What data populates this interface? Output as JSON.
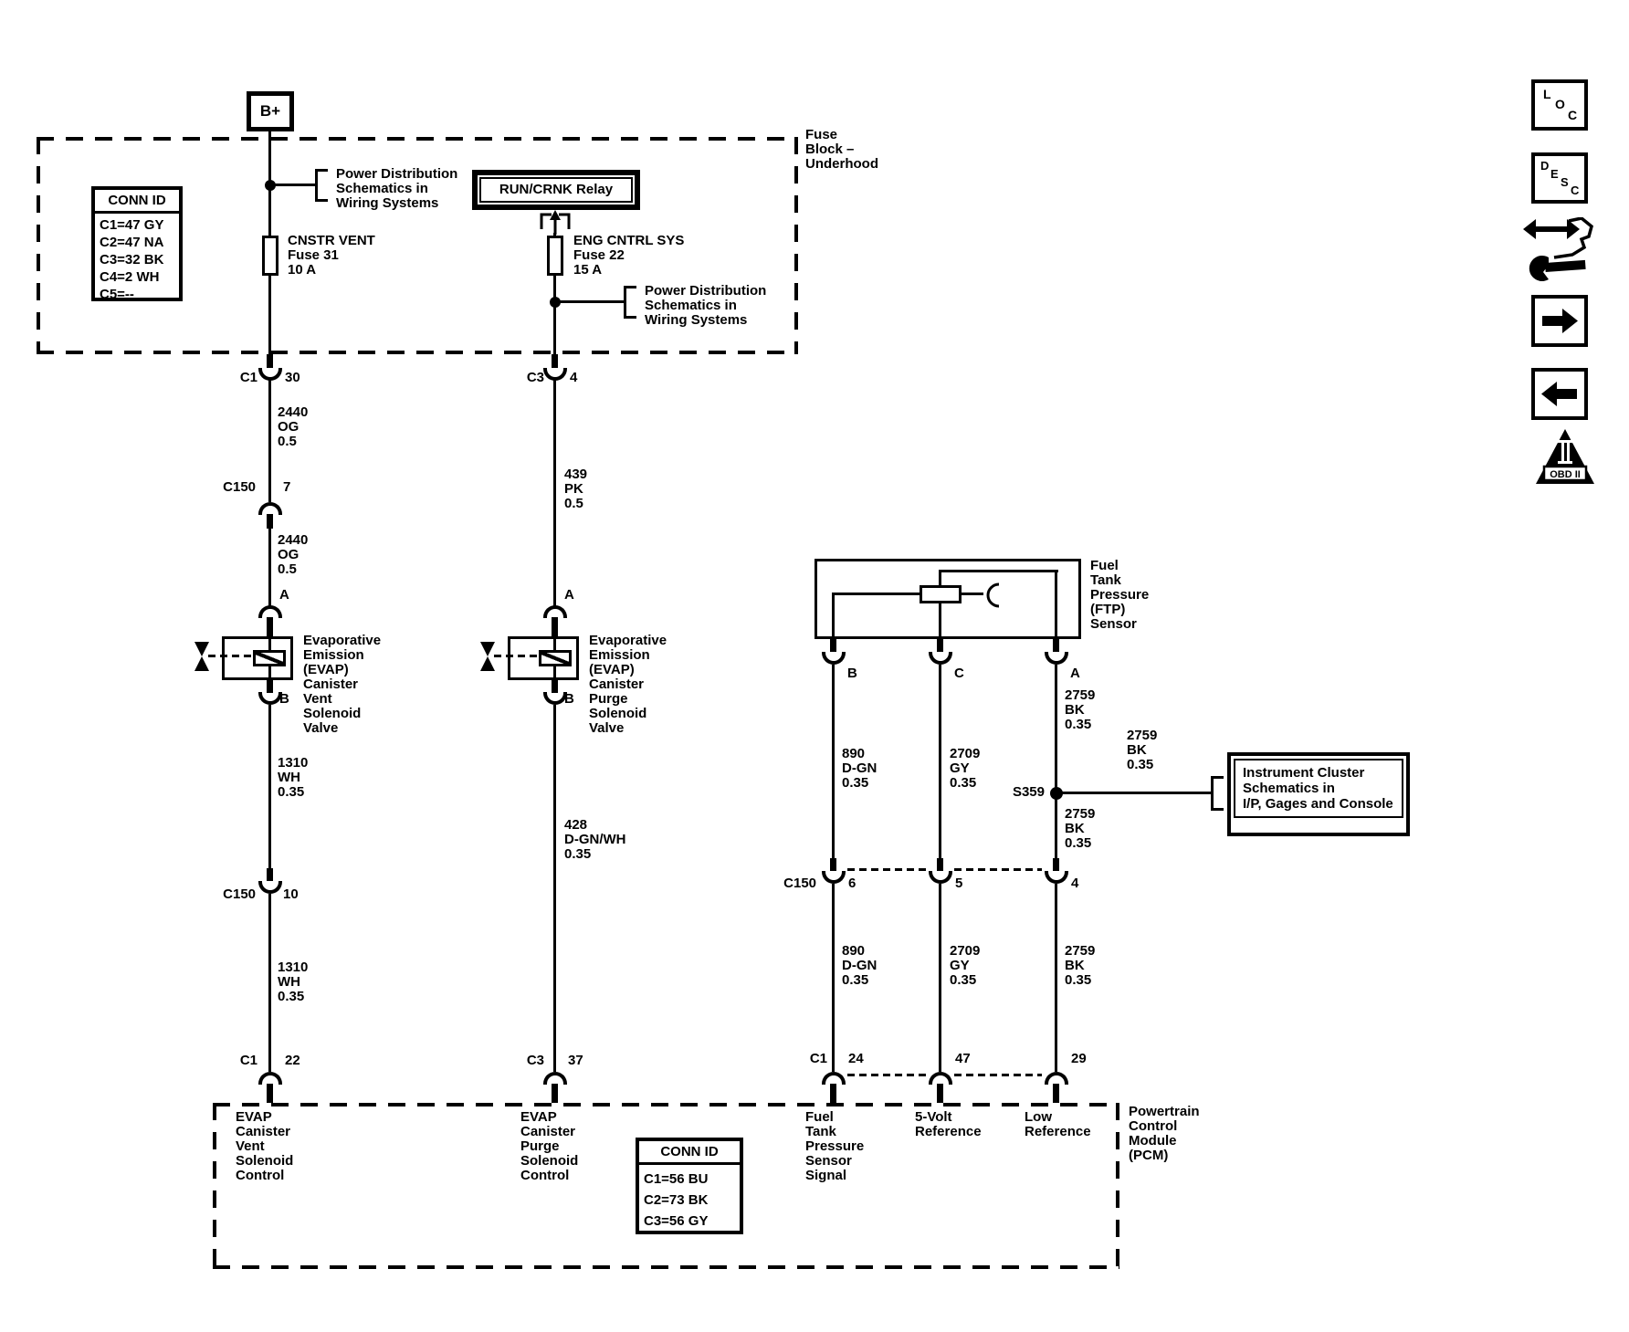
{
  "bplus_label": "B+",
  "fuse_block": {
    "title": "Fuse\nBlock –\nUnderhood",
    "conn_id": {
      "title": "CONN ID",
      "rows": [
        "C1=47 GY",
        "C2=47 NA",
        "C3=32 BK",
        "C4=2 WH",
        "C5=--"
      ]
    },
    "power_dist_left": "Power Distribution\nSchematics in\nWiring Systems",
    "power_dist_right": "Power Distribution\nSchematics in\nWiring Systems",
    "fuse_left": "CNSTR VENT\nFuse 31\n10 A",
    "fuse_right": "ENG CNTRL SYS\nFuse 22\n15 A",
    "relay_label": "RUN/CRNK Relay"
  },
  "vent": {
    "conn_top": {
      "name": "C1",
      "pin": "30"
    },
    "wire1": "2440\nOG\n0.5",
    "conn_mid": {
      "name": "C150",
      "pin": "7"
    },
    "wire2": "2440\nOG\n0.5",
    "term_a": "A",
    "term_b": "B",
    "valve_label": "Evaporative\nEmission\n(EVAP)\nCanister\nVent\nSolenoid\nValve",
    "wire3": "1310\nWH\n0.35",
    "conn_low": {
      "name": "C150",
      "pin": "10"
    },
    "wire4": "1310\nWH\n0.35",
    "conn_pcm": {
      "name": "C1",
      "pin": "22"
    }
  },
  "purge": {
    "conn_top": {
      "name": "C3",
      "pin": "4"
    },
    "wire1": "439\nPK\n0.5",
    "term_a": "A",
    "term_b": "B",
    "valve_label": "Evaporative\nEmission\n(EVAP)\nCanister\nPurge\nSolenoid\nValve",
    "wire2": "428\nD-GN/WH\n0.35",
    "conn_pcm": {
      "name": "C3",
      "pin": "37"
    }
  },
  "ftp": {
    "label": "Fuel\nTank\nPressure\n(FTP)\nSensor",
    "terms": [
      "B",
      "C",
      "A"
    ],
    "wire_b1": "890\nD-GN\n0.35",
    "wire_c1": "2709\nGY\n0.35",
    "wire_a1": "2759\nBK\n0.35",
    "splice": "S359",
    "wire_splice": "2759\nBK\n0.35",
    "wire_a2": "2759\nBK\n0.35",
    "instrument": "Instrument Cluster\nSchematics in\nI/P, Gages and Console",
    "conn_mid": {
      "name": "C150",
      "pins": [
        "6",
        "5",
        "4"
      ]
    },
    "wire_b2": "890\nD-GN\n0.35",
    "wire_c2": "2709\nGY\n0.35",
    "wire_a3": "2759\nBK\n0.35",
    "conn_pcm": {
      "name": "C1",
      "pins": [
        "24",
        "47",
        "29"
      ]
    }
  },
  "pcm": {
    "label": "Powertrain\nControl\nModule\n(PCM)",
    "functions": [
      "EVAP\nCanister\nVent\nSolenoid\nControl",
      "EVAP\nCanister\nPurge\nSolenoid\nControl",
      "Fuel\nTank\nPressure\nSensor\nSignal",
      "5-Volt\nReference",
      "Low\nReference"
    ],
    "conn_id": {
      "title": "CONN ID",
      "rows": [
        "C1=56 BU",
        "C2=73 BK",
        "C3=56 GY"
      ]
    }
  },
  "sidebar": {
    "loc": [
      "L",
      "O",
      "C"
    ],
    "desc": [
      "D",
      "E",
      "S",
      "C"
    ],
    "obd_label": "OBD II"
  }
}
